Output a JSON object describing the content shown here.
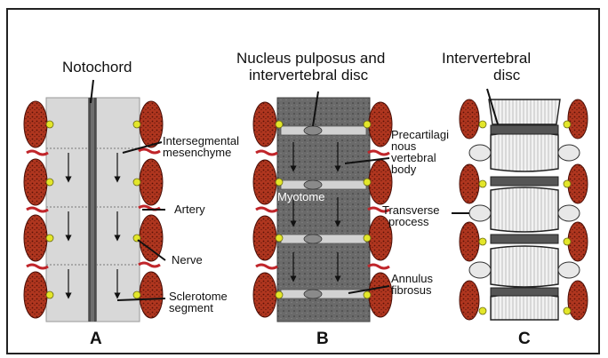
{
  "labels": {
    "notochord": "Notochord",
    "nucleus_line1": "Nucleus pulposus and",
    "nucleus_line2": "intervertebral disc",
    "intervertebral_line1": "Intervertebral",
    "intervertebral_line2": "disc",
    "intersegmental_line1": "Intersegmental",
    "intersegmental_line2": "mesenchyme",
    "artery": "Artery",
    "nerve": "Nerve",
    "sclerotome_line1": "Sclerotome",
    "sclerotome_line2": "segment",
    "myotome": "Myotome",
    "precart_line1": "Precartilagi",
    "precart_line2": "nous",
    "precart_line3": "vertebral",
    "precart_line4": "body",
    "transverse_line1": "Transverse",
    "transverse_line2": "process",
    "annulus_line1": "Annulus",
    "annulus_line2": "fibrosus"
  },
  "panels": {
    "a": "A",
    "b": "B",
    "c": "C"
  },
  "colors": {
    "muscle": "#b0361f",
    "muscle_dark": "#5a1208",
    "artery": "#c0252a",
    "nerve": "#e3e62a",
    "panel_a_bg": "#dadada",
    "panel_b_bg": "#6e6e6e",
    "bone": "#f0f0f0"
  }
}
